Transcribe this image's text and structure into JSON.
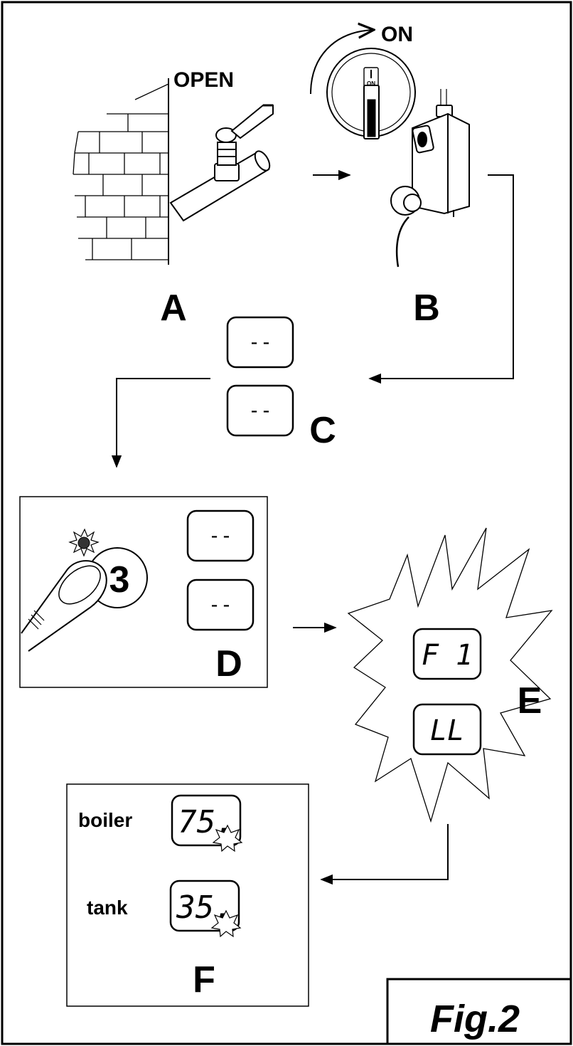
{
  "figure": {
    "title": "Fig.2",
    "steps": {
      "A": {
        "letter": "A",
        "action": "OPEN"
      },
      "B": {
        "letter": "B",
        "action": "ON",
        "switch_text": "ON"
      },
      "C": {
        "letter": "C",
        "display_top": "--",
        "display_bottom": "--"
      },
      "D": {
        "letter": "D",
        "button_number": "3",
        "display_top": "--",
        "display_bottom": "--"
      },
      "E": {
        "letter": "E",
        "display_top": "F 1",
        "display_bottom": "LL"
      },
      "F": {
        "letter": "F",
        "boiler_label": "boiler",
        "boiler_value": "75.",
        "tank_label": "tank",
        "tank_value": "35."
      }
    }
  }
}
